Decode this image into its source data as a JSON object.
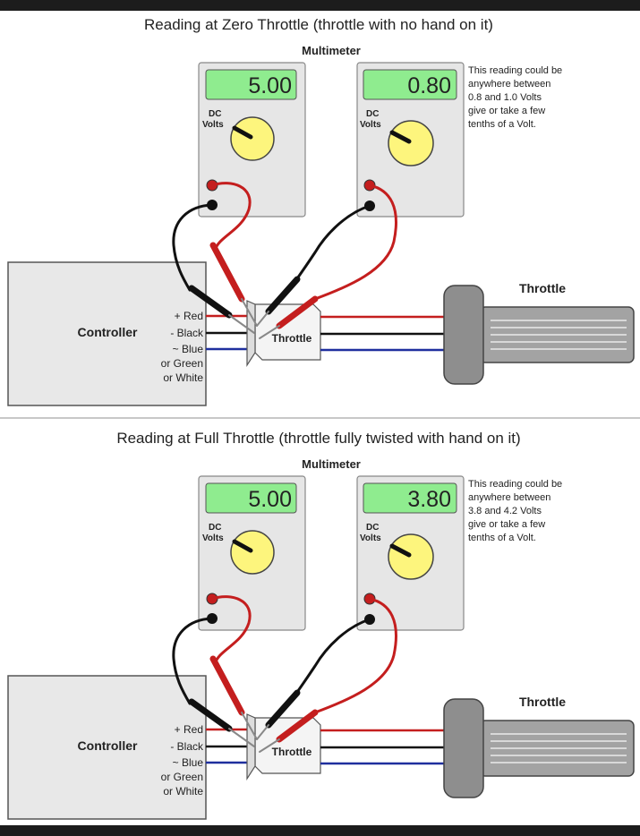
{
  "panels": [
    {
      "title": "Reading at Zero Throttle (throttle with no hand on it)",
      "multimeter_caption": "Multimeter",
      "meter_left": {
        "display": "5.00",
        "dc": "DC",
        "volts": "Volts"
      },
      "meter_right": {
        "display": "0.80",
        "dc": "DC",
        "volts": "Volts"
      },
      "note": [
        "This reading could be",
        "anywhere between",
        "0.8 and 1.0 Volts",
        "give or take a few",
        "tenths of a Volt."
      ],
      "controller_label": "Controller",
      "wire_labels": [
        "+ Red",
        "- Black",
        "~ Blue",
        "or Green",
        "or White"
      ],
      "connector_label": "Throttle",
      "throttle_label": "Throttle"
    },
    {
      "title": "Reading at Full Throttle (throttle fully twisted with hand on it)",
      "multimeter_caption": "Multimeter",
      "meter_left": {
        "display": "5.00",
        "dc": "DC",
        "volts": "Volts"
      },
      "meter_right": {
        "display": "3.80",
        "dc": "DC",
        "volts": "Volts"
      },
      "note": [
        "This reading could be",
        "anywhere between",
        "3.8 and 4.2 Volts",
        "give or take a few",
        "tenths of a Volt."
      ],
      "controller_label": "Controller",
      "wire_labels": [
        "+ Red",
        "- Black",
        "~ Blue",
        "or Green",
        "or White"
      ],
      "connector_label": "Throttle",
      "throttle_label": "Throttle"
    }
  ],
  "colors": {
    "lcd": "#8fec8f",
    "knob": "#fdf57d",
    "meter_body": "#e6e6e6",
    "controller_body": "#e8e8e8",
    "probe_red": "#c41e1e",
    "probe_black": "#111111",
    "wire_blue": "#1f2f9e",
    "throttle_grip": "#9a9a9a"
  }
}
